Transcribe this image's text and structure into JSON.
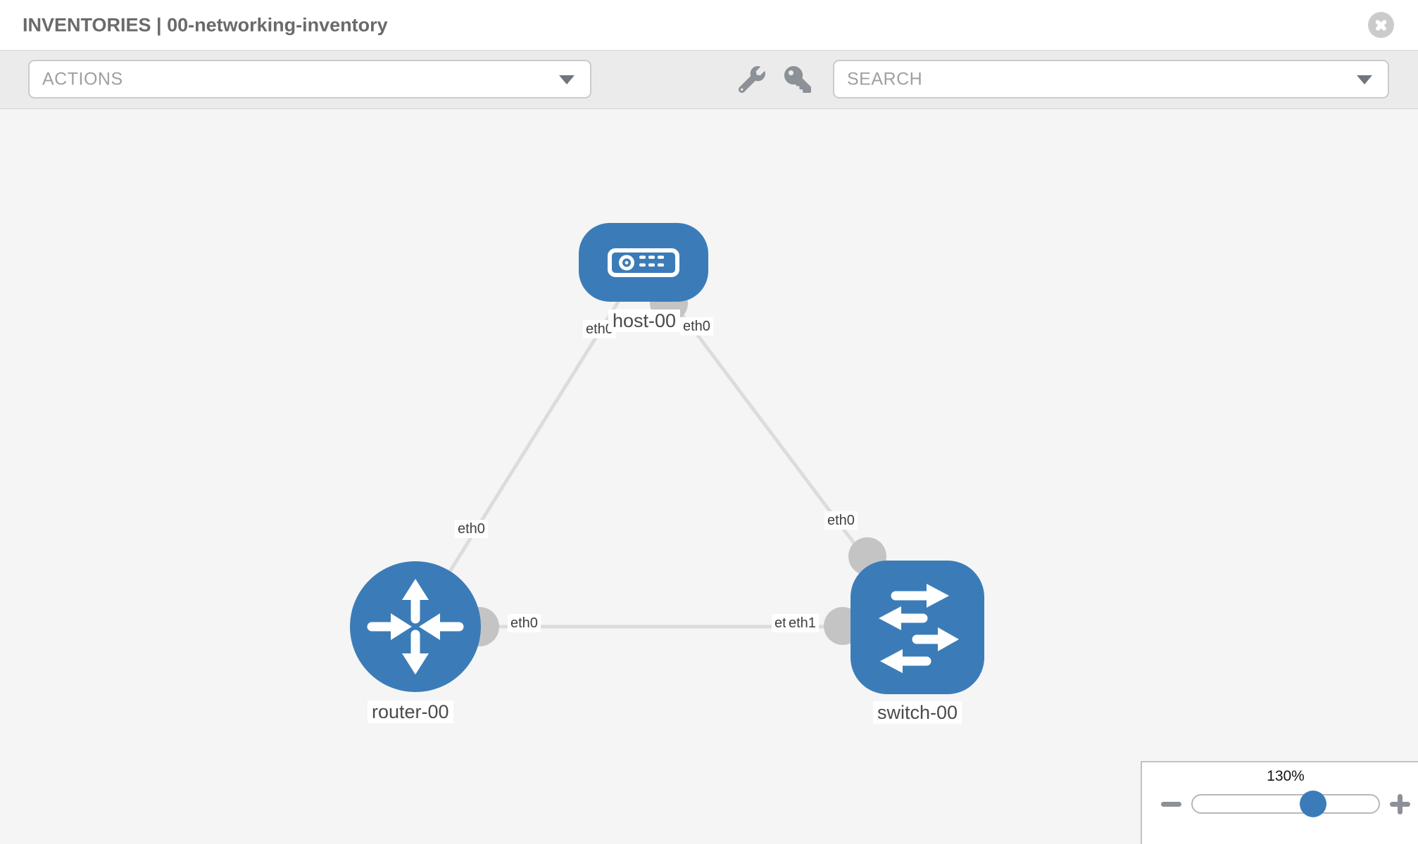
{
  "header": {
    "title": "INVENTORIES | 00-networking-inventory"
  },
  "toolbar": {
    "actions_placeholder": "ACTIONS",
    "search_placeholder": "SEARCH"
  },
  "topology": {
    "nodes": [
      {
        "id": "host-00",
        "type": "host",
        "label": "host-00"
      },
      {
        "id": "router-00",
        "type": "router",
        "label": "router-00"
      },
      {
        "id": "switch-00",
        "type": "switch",
        "label": "switch-00"
      }
    ],
    "links": [
      {
        "from": "host-00",
        "to": "router-00",
        "from_interface": "eth0",
        "to_interface": "eth0"
      },
      {
        "from": "host-00",
        "to": "switch-00",
        "from_interface": "eth0",
        "to_interface": "eth0"
      },
      {
        "from": "router-00",
        "to": "switch-00",
        "from_interface": "eth0",
        "to_interface": "eth1",
        "to_interface_behind": "eth0"
      }
    ]
  },
  "zoom_control": {
    "level": "130%"
  },
  "icons": {
    "close": "x-circle",
    "actions_caret": "caret-down",
    "search_caret": "caret-down",
    "wrench": "wrench",
    "key": "key",
    "host": "server",
    "router": "route-arrows",
    "switch": "switch-arrows",
    "zoom_out": "minus",
    "zoom_in": "plus"
  },
  "colors": {
    "node-blue": "#3b7cb8",
    "port-gray": "#c4c4c4",
    "edge-gray": "#dcdcdc",
    "toolbar-bg": "#ebebeb",
    "canvas-bg": "#f5f5f5",
    "icon-gray": "#8b9196",
    "label-text": "#4a4a4a",
    "title-text": "#6a6a6a",
    "placeholder-text": "#9da0a3"
  }
}
